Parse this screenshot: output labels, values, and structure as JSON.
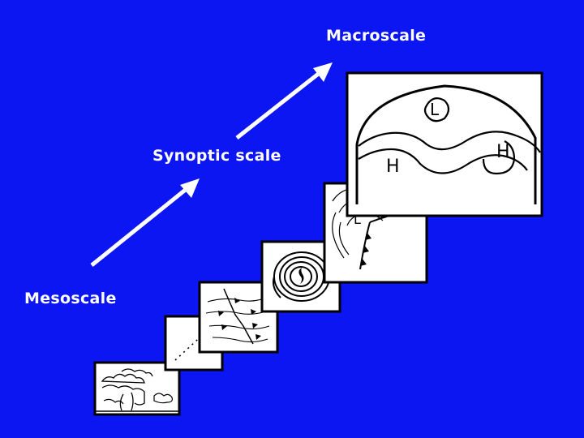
{
  "background_color": "#0b16f2",
  "labels": {
    "macroscale": "Macroscale",
    "synoptic": "Synoptic scale",
    "mesoscale": "Mesoscale"
  },
  "macro_panel": {
    "low_symbol": "L",
    "high_symbol_left": "H",
    "high_symbol_right": "H"
  },
  "synoptic_panel": {
    "low_symbol": "L"
  }
}
